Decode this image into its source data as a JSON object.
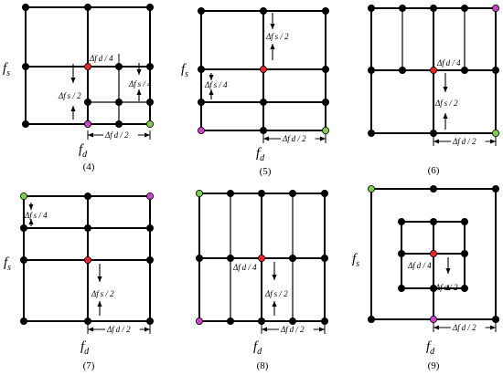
{
  "colors": {
    "line": "#000000",
    "node": "#000000",
    "red": "#e8242c",
    "magenta": "#cc44cc",
    "green": "#7fd04f"
  },
  "panels": [
    {
      "id": "p4",
      "caption": "(4)",
      "x_axis": "f",
      "x_sub": "d",
      "y_axis": "f",
      "y_sub": "s",
      "labels": [
        "Δf d / 4",
        "Δf s / 4",
        "Δf s / 2",
        "Δf d / 2"
      ]
    },
    {
      "id": "p5",
      "caption": "(5)",
      "x_axis": "f",
      "x_sub": "d",
      "y_axis": "f",
      "y_sub": "s",
      "labels": [
        "Δf s / 2",
        "Δf s / 4",
        "Δf d / 2"
      ]
    },
    {
      "id": "p6",
      "caption": "(6)",
      "labels": [
        "Δf d / 4",
        "Δf s / 2",
        "Δf d / 2"
      ]
    },
    {
      "id": "p7",
      "caption": "(7)",
      "x_axis": "f",
      "x_sub": "d",
      "y_axis": "f",
      "y_sub": "s",
      "labels": [
        "Δf s / 4",
        "Δf s / 2",
        "Δf d / 2"
      ]
    },
    {
      "id": "p8",
      "caption": "(8)",
      "x_axis": "f",
      "x_sub": "d",
      "labels": [
        "Δf d / 4",
        "Δf s / 2",
        "Δf d / 2"
      ]
    },
    {
      "id": "p9",
      "caption": "(9)",
      "x_axis": "f",
      "x_sub": "d",
      "y_axis": "f",
      "y_sub": "s",
      "labels": [
        "Δf d / 4",
        "Δf s / 2",
        "Δf d / 2"
      ]
    }
  ]
}
